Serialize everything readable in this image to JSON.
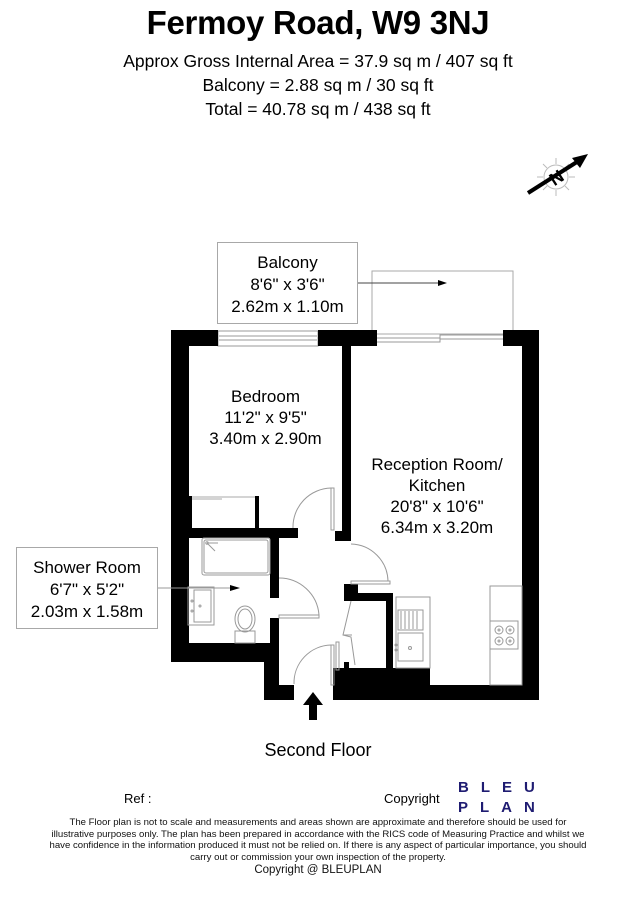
{
  "header": {
    "title": "Fermoy Road, W9 3NJ",
    "gross_internal_area": "Approx Gross Internal Area = 37.9 sq m / 407 sq ft",
    "balcony_area": "Balcony = 2.88 sq m / 30 sq ft",
    "total_area": "Total = 40.78 sq m / 438 sq ft"
  },
  "compass": {
    "icon": "north-arrow-icon",
    "letter": "N"
  },
  "rooms": {
    "balcony": {
      "name": "Balcony",
      "imperial": "8'6\" x 3'6\"",
      "metric": "2.62m x 1.10m"
    },
    "bedroom": {
      "name": "Bedroom",
      "imperial": "11'2\" x 9'5\"",
      "metric": "3.40m x 2.90m"
    },
    "reception": {
      "name_line1": "Reception Room/",
      "name_line2": "Kitchen",
      "imperial": "20'8\" x 10'6\"",
      "metric": "6.34m x 3.20m"
    },
    "shower": {
      "name": "Shower Room",
      "imperial": "6'7\" x 5'2\"",
      "metric": "2.03m x 1.58m"
    }
  },
  "floor_label": "Second Floor",
  "footer": {
    "ref_label": "Ref  :",
    "copyright_label": "Copyright",
    "logo_line1": "BLEU",
    "logo_line2": "PLAN",
    "logo_color": "#1f1c72",
    "disclaimer_line1": "The Floor plan is not to scale and measurements and areas shown are approximate and therefore should be used for",
    "disclaimer_line2": "illustrative purposes only. The plan has been prepared in accordance with the RICS code of Measuring Practice and whilst we",
    "disclaimer_line3": "have confidence in the information produced it must not be relied on. If there is any aspect of particular importance, you should",
    "disclaimer_line4": "carry out or commission your own inspection of the property.",
    "copyright_line": "Copyright @ BLEUPLAN"
  }
}
